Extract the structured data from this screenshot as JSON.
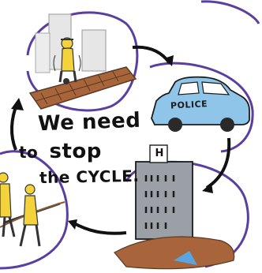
{
  "headline": {
    "line1": "We need",
    "line2_to": "to",
    "line2_stop": "stop",
    "line3": "the CYCLE."
  },
  "car": {
    "label": "POLICE"
  },
  "hospital": {
    "sign": "H"
  },
  "colors": {
    "ink": "#111111",
    "highlight_red": "#e0283a",
    "police_car_blue": "#8ec5e8",
    "figure_yellow": "#f3d23c",
    "ground_brown": "#a8643a",
    "building_gray": "#9aa0a6",
    "circle_purple": "#5a3fa0",
    "accent_blue": "#5aa5e0"
  },
  "icons": [
    "figure-arrested-icon",
    "police-car-icon",
    "hospital-building-icon",
    "stretcher-figures-icon",
    "cycle-arrow-icon"
  ]
}
